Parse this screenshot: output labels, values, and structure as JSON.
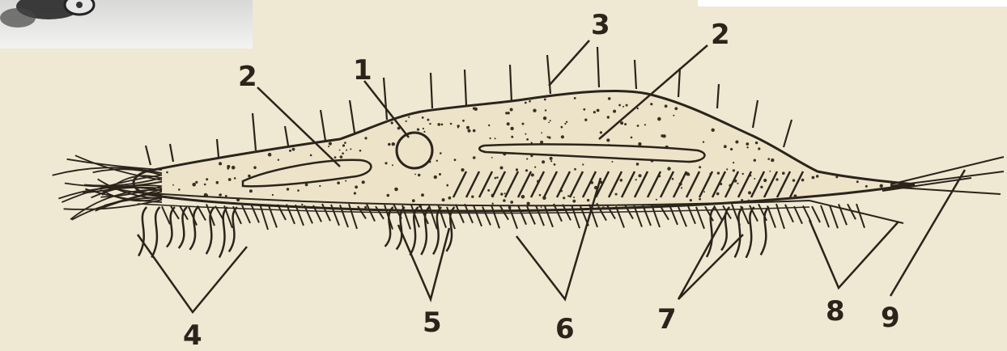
{
  "diagram": {
    "labels": [
      {
        "id": "1",
        "text": "1"
      },
      {
        "id": "2a",
        "text": "2"
      },
      {
        "id": "2b",
        "text": "2"
      },
      {
        "id": "3",
        "text": "3"
      },
      {
        "id": "4",
        "text": "4"
      },
      {
        "id": "5",
        "text": "5"
      },
      {
        "id": "6",
        "text": "6"
      },
      {
        "id": "7",
        "text": "7"
      },
      {
        "id": "8",
        "text": "8"
      },
      {
        "id": "9",
        "text": "9"
      }
    ],
    "colors": {
      "paper": "#efe8d2",
      "ink": "#2a241b",
      "stipple": "#3a3124"
    }
  }
}
